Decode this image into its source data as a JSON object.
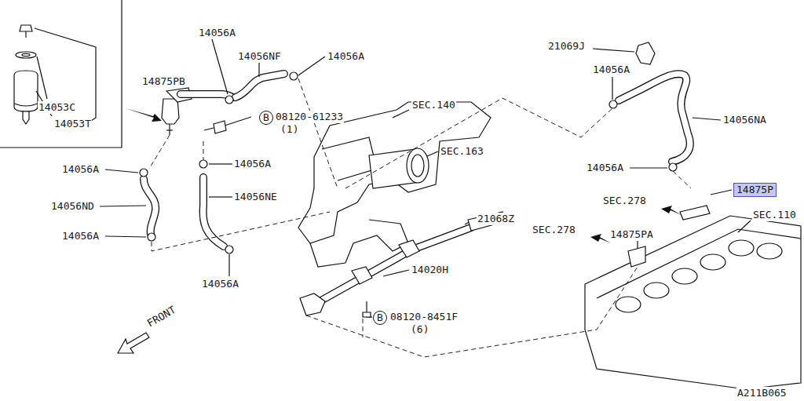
{
  "diagram": {
    "nodes": [
      {
        "text": [
          "B"
        ]
      },
      {
        "text": [
          "14875P"
        ]
      },
      {
        "text": [
          "B"
        ]
      }
    ],
    "labels": [
      "14053C",
      "14053T",
      "14875PB",
      "14056A",
      "14056NF",
      "14056A",
      "21069J",
      "14056A",
      "SEC.140",
      "08120-61233",
      "(1)",
      "14056NA",
      "SEC.163",
      "14056A",
      "14056A",
      "14056A",
      "14056NE",
      "14056ND",
      "SEC.278",
      "SEC.110",
      "21068Z",
      "SEC.278",
      "14875PA",
      "14056A",
      "14020H",
      "14056A",
      "08120-8451F",
      "(6)",
      "FRONT",
      "A211B065"
    ]
  }
}
